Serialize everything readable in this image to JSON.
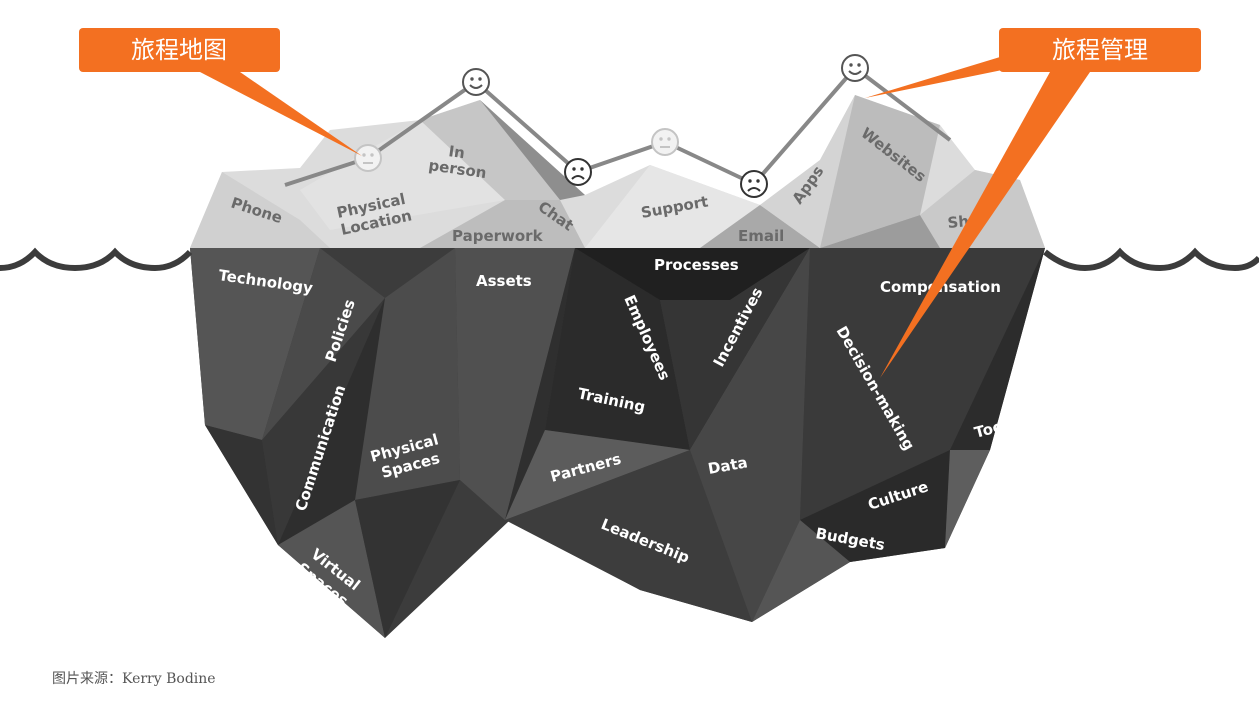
{
  "callouts": {
    "left": "旅程地图",
    "right": "旅程管理"
  },
  "colors": {
    "accent": "#F37021"
  },
  "journey_faces": [
    "neutral",
    "happy",
    "sad",
    "neutral",
    "sad",
    "happy"
  ],
  "above_labels": {
    "phone": "Phone",
    "physical_location_1": "Physical",
    "physical_location_2": "Location",
    "in_person_1": "In",
    "in_person_2": "person",
    "chat": "Chat",
    "support": "Support",
    "paperwork": "Paperwork",
    "email": "Email",
    "apps": "Apps",
    "websites": "Websites",
    "sh": "Sh"
  },
  "below_labels": {
    "technology": "Technology",
    "policies": "Policies",
    "communication": "Communication",
    "physical_spaces_1": "Physical",
    "physical_spaces_2": "Spaces",
    "virtual_spaces_1": "Virtual",
    "virtual_spaces_2": "Spaces",
    "assets": "Assets",
    "processes": "Processes",
    "employees": "Employees",
    "incentives": "Incentives",
    "training": "Training",
    "partners": "Partners",
    "data": "Data",
    "leadership": "Leadership",
    "compensation": "Compensation",
    "decision_making": "Decision-making",
    "tools": "Tools",
    "culture": "Culture",
    "budgets": "Budgets"
  },
  "credit": "图片来源：Kerry Bodine"
}
